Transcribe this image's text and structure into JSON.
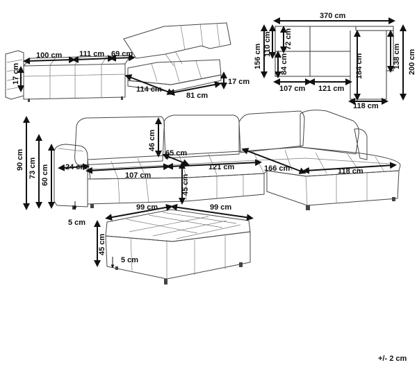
{
  "figure": {
    "tolerance": "+/- 2 cm"
  },
  "bed_view": {
    "width_seat_left": "100 cm",
    "width_seat_mid": "111 cm",
    "width_arm_gap": "69 cm",
    "height_base": "17 cm",
    "depth_diag": "114 cm",
    "width_bed": "81 cm",
    "height_right": "17 cm"
  },
  "plan_view": {
    "total_width": "370 cm",
    "total_depth_left": "156 cm",
    "back_depth": "110 cm",
    "seat_inner": "72 cm",
    "seat_lower": "84 cm",
    "chaise_length": "184 cm",
    "chaise_depth_a": "138 cm",
    "chaise_depth_b": "200 cm",
    "width_left": "107 cm",
    "width_mid": "121 cm",
    "chaise_width": "118 cm"
  },
  "main_view": {
    "height_total": "90 cm",
    "height_back": "73 cm",
    "height_arm": "60 cm",
    "back_cushion": "46 cm",
    "arm_width": "24 cm",
    "seat_depth": "65 cm",
    "width_left": "107 cm",
    "width_mid": "121 cm",
    "seat_height": "45 cm",
    "chaise_diag": "166 cm",
    "chaise_width": "118 cm",
    "leg_height": "5 cm"
  },
  "ottoman": {
    "width": "99 cm",
    "depth": "99 cm",
    "height": "45 cm",
    "leg": "5 cm"
  }
}
